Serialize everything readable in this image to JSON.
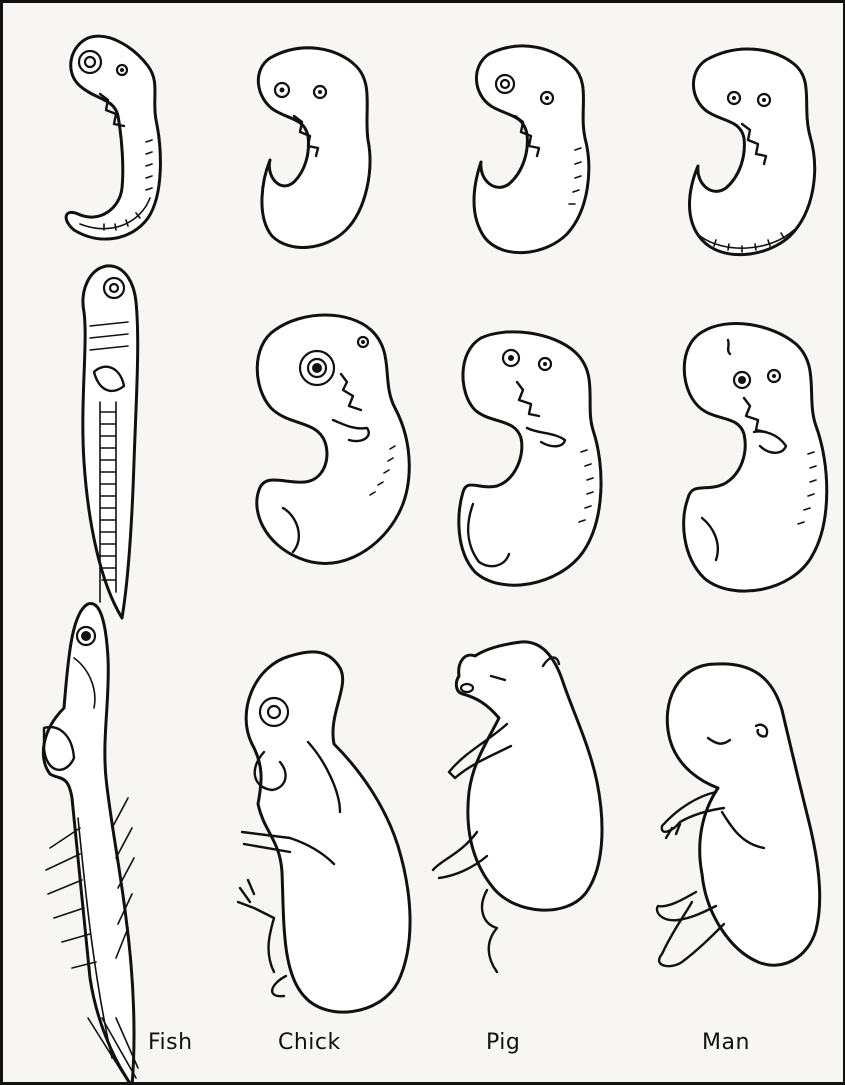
{
  "labels": {
    "fish": "Fish",
    "chick": "Chick",
    "pig": "Pig",
    "man": "Man"
  },
  "colors": {
    "ink": "#111111",
    "paper": "#f7f6f2"
  }
}
